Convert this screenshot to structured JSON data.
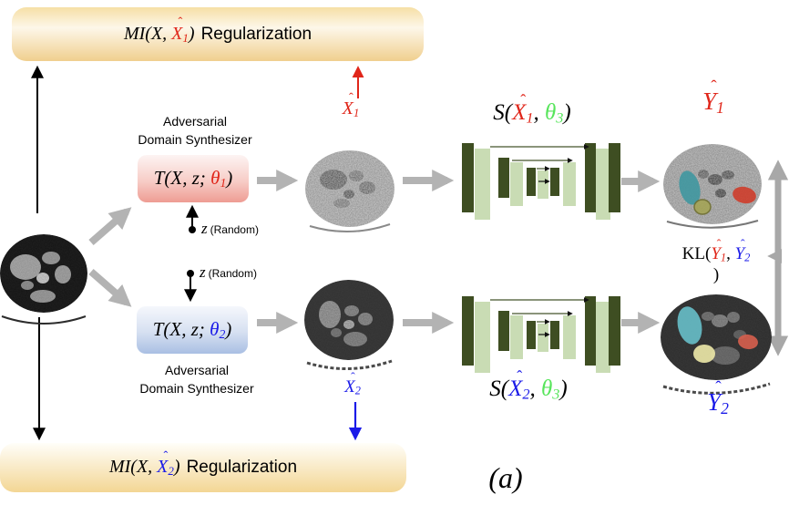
{
  "notation": {
    "hat": "ˆ"
  },
  "banner_top": {
    "prefix": "MI(X, ",
    "var": "X",
    "sub": "1",
    "suffix": ")",
    "label": "Regularization"
  },
  "banner_bottom": {
    "prefix": "MI(X, ",
    "var": "X",
    "sub": "2",
    "suffix": ")",
    "label": "Regularization"
  },
  "synthesizer_label": {
    "line1": "Adversarial",
    "line2": "Domain Synthesizer"
  },
  "t1": {
    "prefix": "T(X, z; ",
    "theta": "θ",
    "sub": "1",
    "suffix": ")"
  },
  "t2": {
    "prefix": "T(X, z; ",
    "theta": "θ",
    "sub": "2",
    "suffix": ")"
  },
  "z_random": {
    "z": "z",
    "note": "(Random)"
  },
  "xhat1": {
    "var": "X",
    "sub": "1"
  },
  "xhat2": {
    "var": "X",
    "sub": "2"
  },
  "s1": {
    "prefix": "S(",
    "var": "X",
    "var_sub": "1",
    "mid": ", ",
    "theta": "θ",
    "theta_sub": "3",
    "suffix": ")"
  },
  "s2": {
    "prefix": "S(",
    "var": "X",
    "var_sub": "2",
    "mid": ", ",
    "theta": "θ",
    "theta_sub": "3",
    "suffix": ")"
  },
  "yhat1": {
    "var": "Y",
    "sub": "1"
  },
  "yhat2": {
    "var": "Y",
    "sub": "2"
  },
  "kl": {
    "prefix": "KL(",
    "y1": "Y",
    "sub1": "1",
    "mid": ", ",
    "y2": "Y",
    "sub2": "2",
    "suffix": ")"
  },
  "caption": "(a)",
  "colors": {
    "red": "#e0261a",
    "blue": "#1a1ae8",
    "theta3_green": "#57e55b",
    "banner_yellow": "#f3d694",
    "synth_box_pink": "#ee9c93",
    "synth_box_blue": "#a9bfe3",
    "arrow_gray": "#b3b3b3",
    "unet_dark_green": "#3e4e22",
    "unet_light_green": "#c9dcb4",
    "segment_teal": "#3f97a0",
    "segment_olive": "#a3a356",
    "segment_yellow": "#e9e5a6",
    "segment_red": "#cf3a28"
  }
}
